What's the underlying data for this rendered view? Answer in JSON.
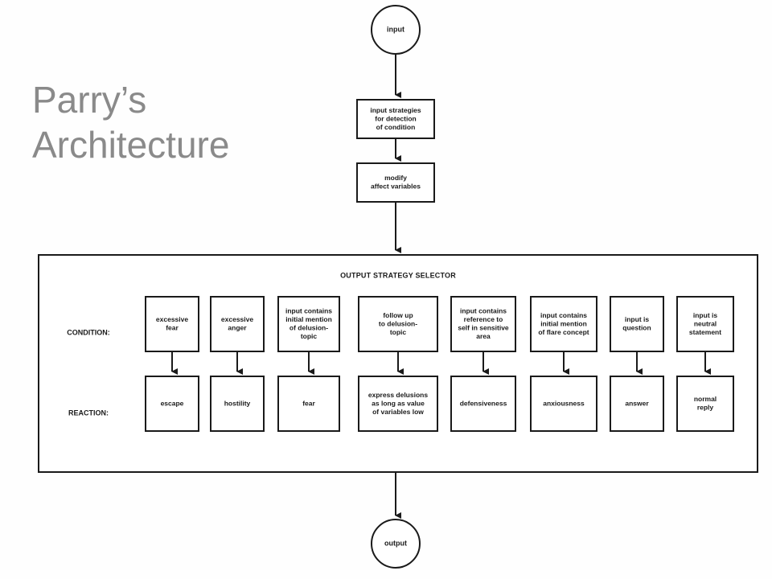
{
  "slide": {
    "title_line1": "Parry’s",
    "title_line2": "Architecture"
  },
  "diagram": {
    "input": "input",
    "output": "output",
    "step1": [
      "input strategies",
      "for detection",
      "of condition"
    ],
    "step2": [
      "modify",
      "affect variables"
    ],
    "selector_title": "OUTPUT STRATEGY SELECTOR",
    "condition_label": "CONDITION:",
    "reaction_label": "REACTION:",
    "conditions": [
      [
        "excessive",
        "fear"
      ],
      [
        "excessive",
        "anger"
      ],
      [
        "input contains",
        "initial mention",
        "of delusion-",
        "topic"
      ],
      [
        "follow up",
        "to delusion-",
        "topic"
      ],
      [
        "input contains",
        "reference to",
        "self in sensitive",
        "area"
      ],
      [
        "input contains",
        "initial mention",
        "of flare concept"
      ],
      [
        "input is",
        "question"
      ],
      [
        "input is",
        "neutral",
        "statement"
      ]
    ],
    "reactions": [
      [
        "escape"
      ],
      [
        "hostility"
      ],
      [
        "fear"
      ],
      [
        "express delusions",
        "as long as value",
        "of variables low"
      ],
      [
        "defensiveness"
      ],
      [
        "anxiousness"
      ],
      [
        "answer"
      ],
      [
        "normal",
        "reply"
      ]
    ]
  }
}
